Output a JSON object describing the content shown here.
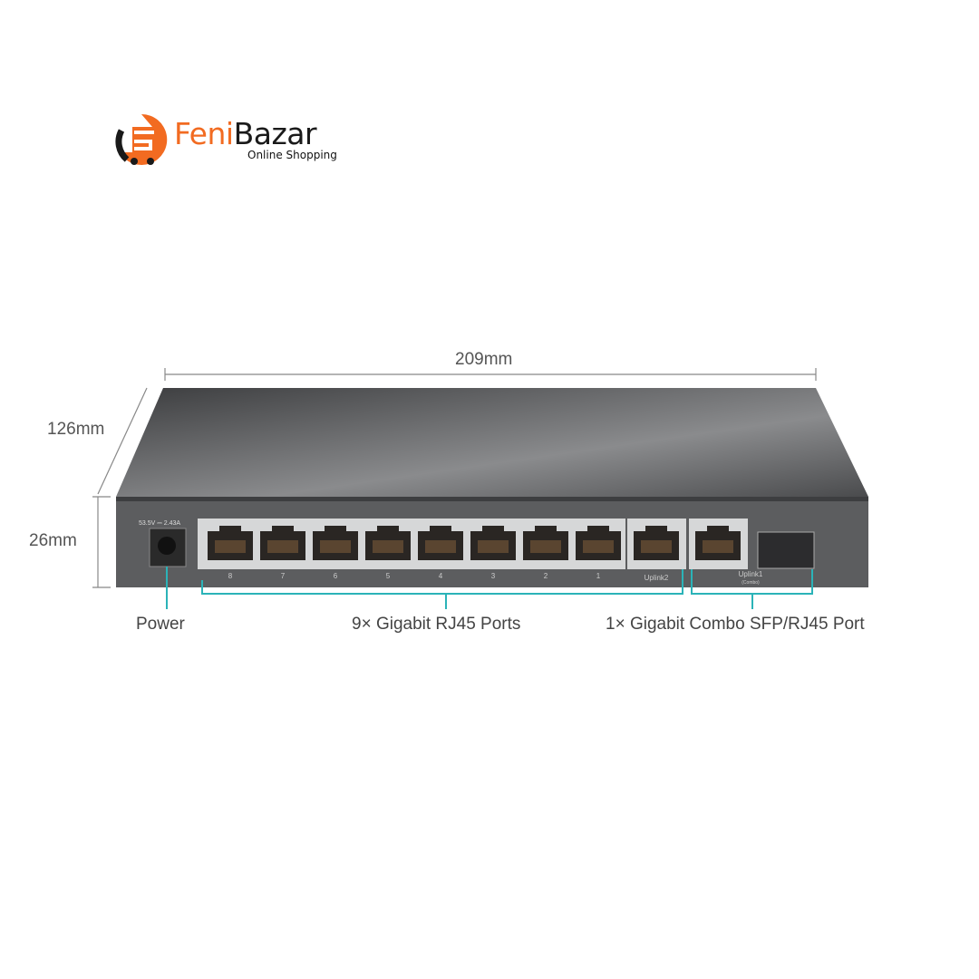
{
  "logo": {
    "brand_part1": "Feni",
    "brand_part2": "Bazar",
    "tagline": "Online Shopping",
    "colors": {
      "orange": "#f26b21",
      "dark": "#1a1a1a"
    }
  },
  "dimensions": {
    "width": "209mm",
    "depth": "126mm",
    "height": "26mm"
  },
  "device": {
    "power_rating": "53.5V ⎓ 2.43A",
    "ports": [
      "8",
      "7",
      "6",
      "5",
      "4",
      "3",
      "2",
      "1"
    ],
    "uplink2": "Uplink2",
    "uplink1": "Uplink1",
    "uplink1_sub": "(Combo)"
  },
  "callouts": {
    "power": "Power",
    "rj45": "9× Gigabit RJ45 Ports",
    "combo": "1× Gigabit Combo SFP/RJ45 Port",
    "line_color": "#2bb3b8"
  }
}
